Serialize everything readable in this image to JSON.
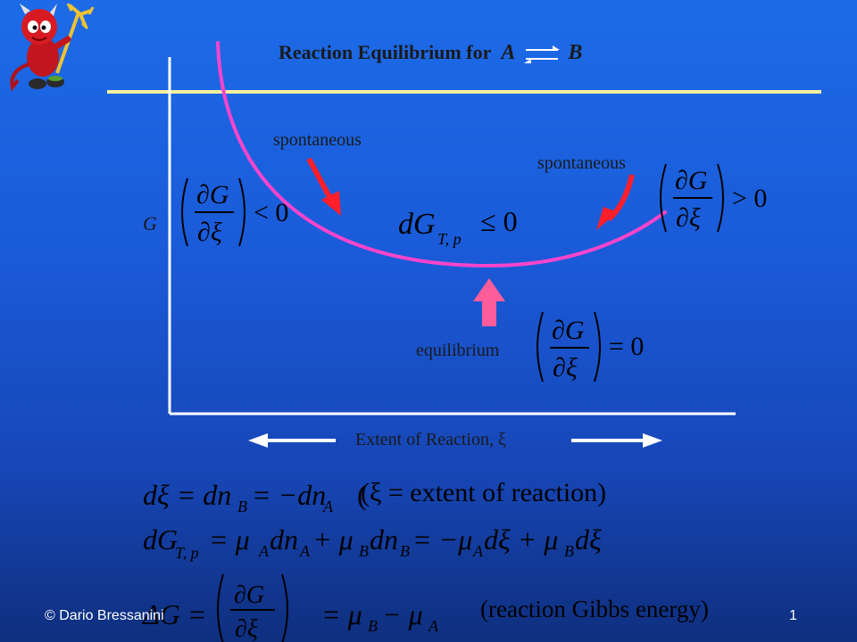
{
  "slide": {
    "title_prefix": "Reaction Equilibrium for",
    "species_a": "A",
    "species_b": "B"
  },
  "diagram": {
    "y_axis_label": "G",
    "x_axis_label": "Extent of Reaction, ξ",
    "left_label": "spontaneous",
    "right_label": "spontaneous",
    "bottom_label": "equilibrium",
    "left_condition_rhs": "< 0",
    "right_condition_rhs": "> 0",
    "equilibrium_rhs": "= 0",
    "center_condition": "≤ 0"
  },
  "equations": {
    "eq1_note": "(ξ = extent of reaction)",
    "eq3_note": "(reaction Gibbs energy)"
  },
  "footer": {
    "author": "© Dario Bressanini",
    "page": "1"
  },
  "colors": {
    "curve": "#ff44cc",
    "down_arrows": "#ff1e2a",
    "up_arrow": "#ff5c9a",
    "rule_line": "#f4f0a0",
    "axis": "#ffffff"
  }
}
